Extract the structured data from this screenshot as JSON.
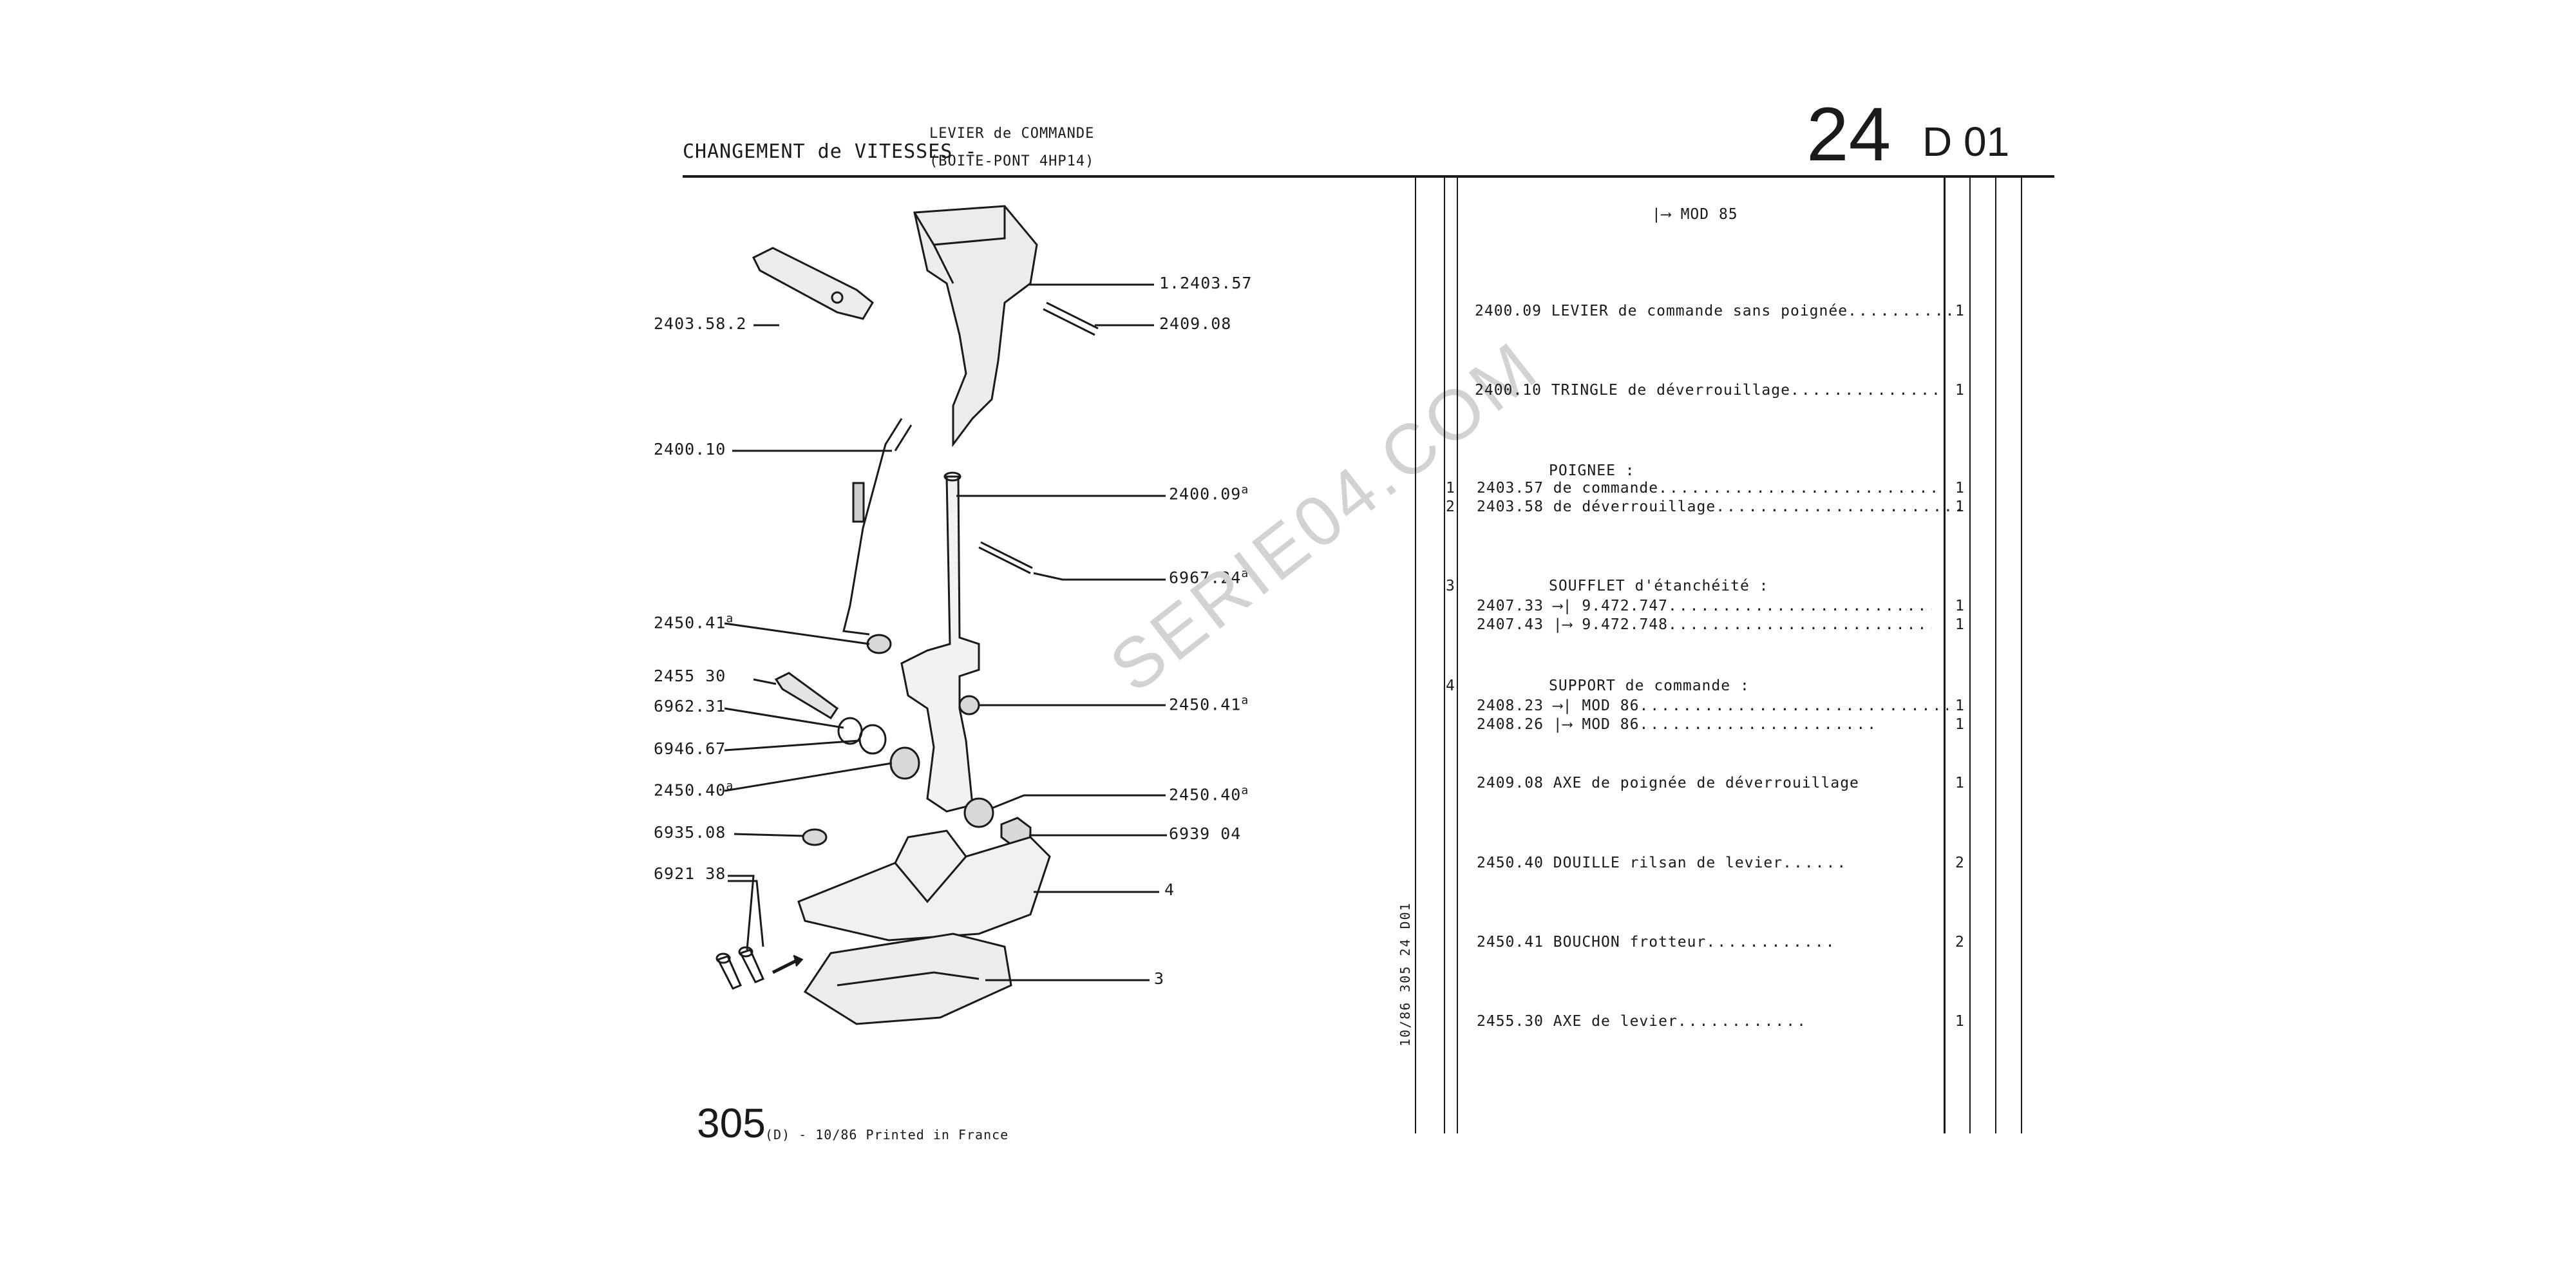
{
  "header": {
    "title": "CHANGEMENT de VITESSES -",
    "subtitle_line1": "LEVIER de COMMANDE",
    "subtitle_line2": "(BOITE-PONT 4HP14)",
    "group_number": "24",
    "group_code": "D 01"
  },
  "diagram_labels": [
    {
      "text": "1.2403.57",
      "sup": ""
    },
    {
      "text": "2409.08",
      "sup": ""
    },
    {
      "text": "2403.58.2",
      "sup": ""
    },
    {
      "text": "2400.10",
      "sup": ""
    },
    {
      "text": "2400.09",
      "sup": "a"
    },
    {
      "text": "6967.24",
      "sup": "a"
    },
    {
      "text": "2450.41",
      "sup": "a"
    },
    {
      "text": "2455 30",
      "sup": ""
    },
    {
      "text": "6962.31",
      "sup": ""
    },
    {
      "text": "6946.67",
      "sup": ""
    },
    {
      "text": "2450.40",
      "sup": "a"
    },
    {
      "text": "2450.41",
      "sup": "a"
    },
    {
      "text": "2450.40",
      "sup": "a"
    },
    {
      "text": "6935.08",
      "sup": ""
    },
    {
      "text": "6939 04",
      "sup": ""
    },
    {
      "text": "6921 38",
      "sup": ""
    },
    {
      "text": "4",
      "sup": ""
    },
    {
      "text": "3",
      "sup": ""
    }
  ],
  "parts_table": {
    "model_note": "MOD 85",
    "rows": [
      {
        "ref": "",
        "part": "2400.09",
        "desc": "LEVIER de commande sans poignée",
        "qty": "1"
      },
      {
        "ref": "",
        "part": "2400.10",
        "desc": "TRINGLE de déverrouillage",
        "qty": "1"
      },
      {
        "ref": "",
        "part": "",
        "desc": "POIGNEE :",
        "qty": ""
      },
      {
        "ref": "1",
        "part": "2403.57",
        "desc": "de commande",
        "qty": "1"
      },
      {
        "ref": "2",
        "part": "2403.58",
        "desc": "de déverrouillage",
        "qty": "1"
      },
      {
        "ref": "3",
        "part": "",
        "desc": "SOUFFLET d'étanchéité :",
        "qty": ""
      },
      {
        "ref": "",
        "part": "2407.33",
        "desc": "9.472.747",
        "qty": "1"
      },
      {
        "ref": "",
        "part": "2407.43",
        "desc": "9.472.748",
        "qty": "1"
      },
      {
        "ref": "4",
        "part": "",
        "desc": "SUPPORT de commande :",
        "qty": ""
      },
      {
        "ref": "",
        "part": "2408.23",
        "desc": "MOD 86",
        "qty": "1"
      },
      {
        "ref": "",
        "part": "2408.26",
        "desc": "MOD 86",
        "qty": "1"
      },
      {
        "ref": "",
        "part": "2409.08",
        "desc": "AXE de poignée de déverrouillage",
        "qty": "1"
      },
      {
        "ref": "",
        "part": "2450.40",
        "desc": "DOUILLE rilsan de levier",
        "qty": "2"
      },
      {
        "ref": "",
        "part": "2450.41",
        "desc": "BOUCHON frotteur",
        "qty": "2"
      },
      {
        "ref": "",
        "part": "2455.30",
        "desc": "AXE de levier",
        "qty": "1"
      }
    ]
  },
  "footer": {
    "page_number": "305",
    "print_info": "(D) - 10/86 Printed in France",
    "side_code": "10/86 305 24 D01"
  },
  "watermark": "SERIE04.COM"
}
